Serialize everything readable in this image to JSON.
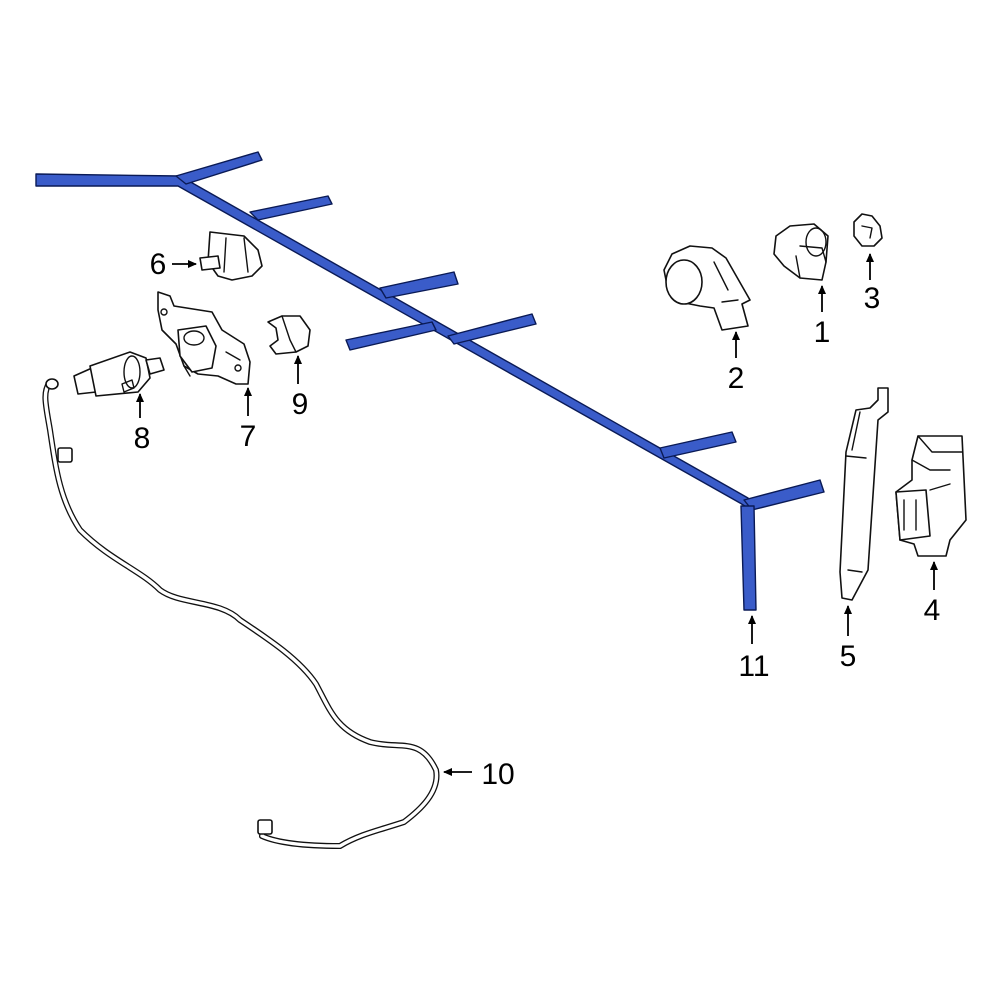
{
  "colors": {
    "highlight_fill": "#3a5cc9",
    "highlight_stroke": "#0a1a55",
    "line": "#111111",
    "background": "#ffffff"
  },
  "callouts": [
    {
      "id": "1",
      "label": "1"
    },
    {
      "id": "2",
      "label": "2"
    },
    {
      "id": "3",
      "label": "3"
    },
    {
      "id": "4",
      "label": "4"
    },
    {
      "id": "5",
      "label": "5"
    },
    {
      "id": "6",
      "label": "6"
    },
    {
      "id": "7",
      "label": "7"
    },
    {
      "id": "8",
      "label": "8"
    },
    {
      "id": "9",
      "label": "9"
    },
    {
      "id": "10",
      "label": "10"
    },
    {
      "id": "11",
      "label": "11"
    }
  ],
  "highlighted_part": "11"
}
